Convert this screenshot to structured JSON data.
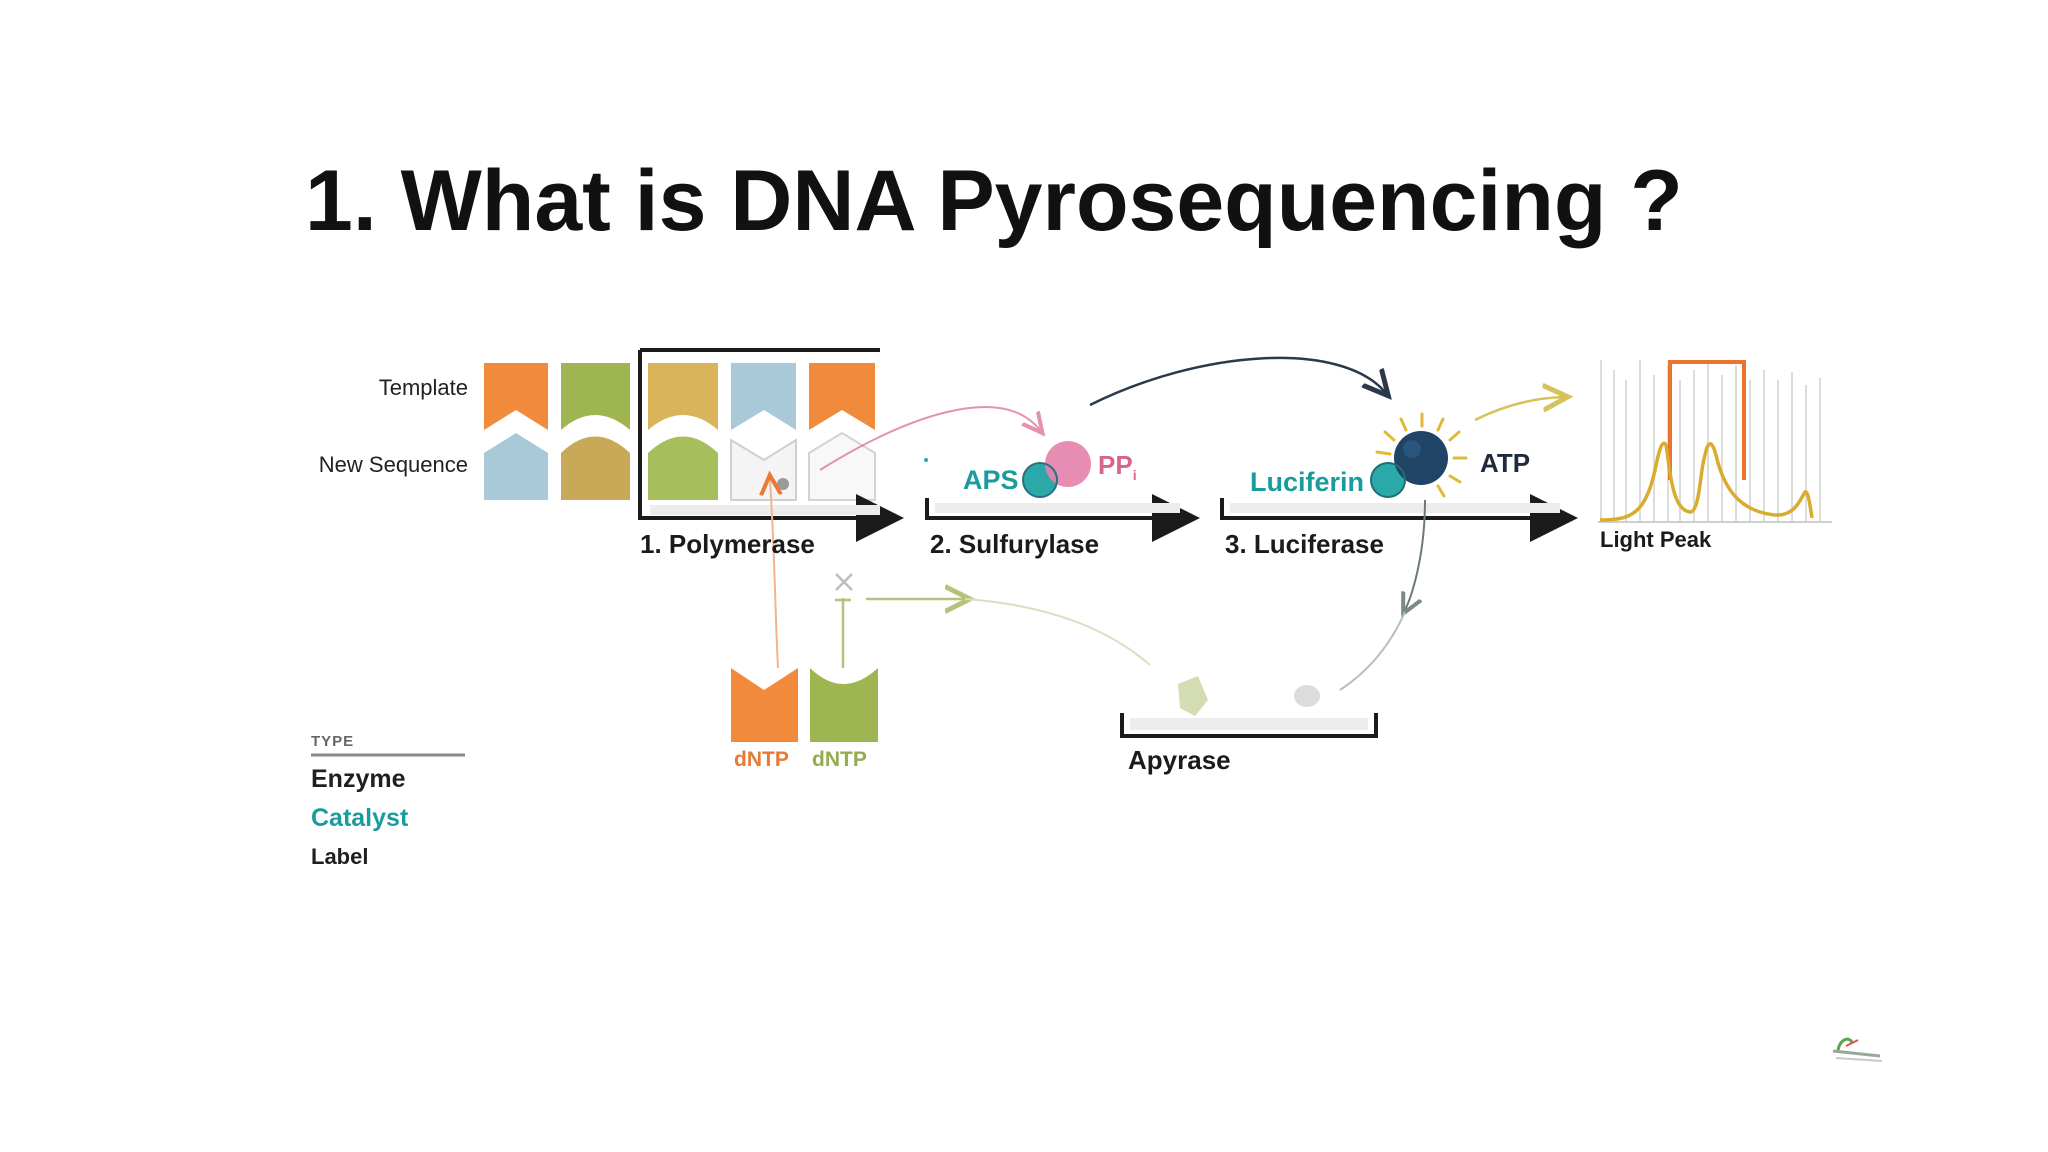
{
  "title": "1. What is DNA Pyrosequencing ?",
  "rows": {
    "template": "Template",
    "new_sequence": "New Sequence"
  },
  "steps": {
    "polymerase": "1. Polymerase",
    "sulfurylase": "2. Sulfurylase",
    "luciferase": "3. Luciferase",
    "apyrase": "Apyrase"
  },
  "molecules": {
    "aps": "APS",
    "ppi": "PP",
    "ppi_sub": "i",
    "luciferin": "Luciferin",
    "atp": "ATP",
    "dntp_1": "dNTP",
    "dntp_2": "dNTP"
  },
  "light_peak": "Light Peak",
  "legend": {
    "heading": "TYPE",
    "enzyme": "Enzyme",
    "catalyst": "Catalyst",
    "label": "Label"
  },
  "colors": {
    "orange": "#f28a3c",
    "green": "#9fb552",
    "mustard": "#d9b45a",
    "blue": "#a9c8d8",
    "teal": "#2aa9a8",
    "pink": "#e583ad",
    "navy": "#1f4466",
    "gold": "#e1b93a"
  }
}
